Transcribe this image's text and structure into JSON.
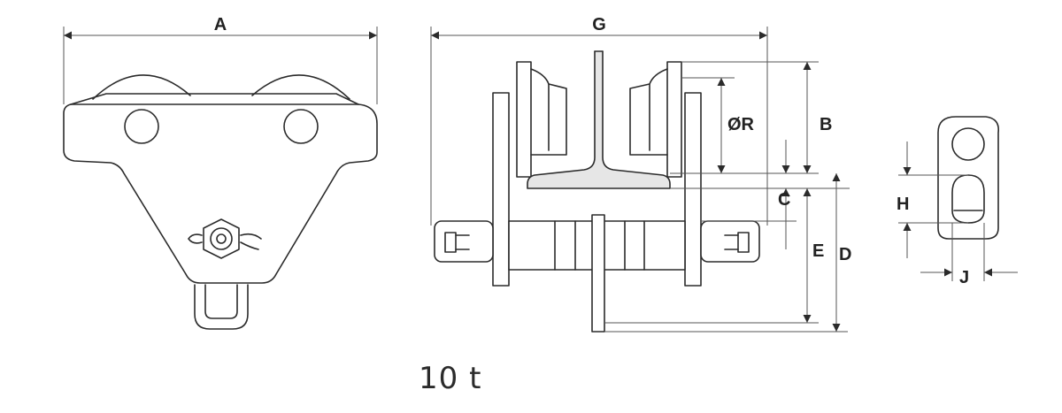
{
  "dimensions": {
    "A": "A",
    "G": "G",
    "R": "ØR",
    "B": "B",
    "C": "C",
    "E": "E",
    "D": "D",
    "H": "H",
    "J": "J"
  },
  "caption": "10 t",
  "colors": {
    "line": "#2b2b2b",
    "rail_fill": "#e6e6e6",
    "background": "#ffffff"
  }
}
